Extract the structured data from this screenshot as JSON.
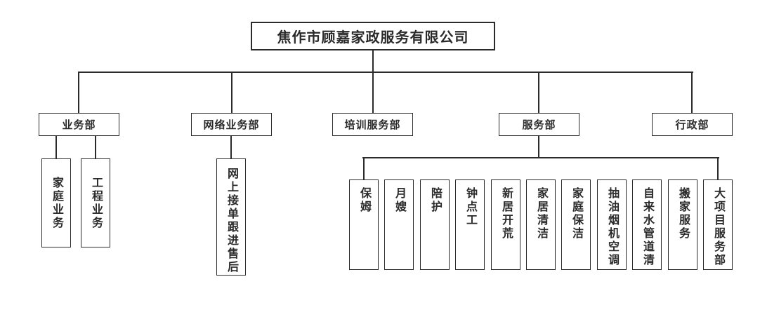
{
  "colors": {
    "line": "#2b2b2b",
    "box_border": "#2b2b2b",
    "text": "#2a2a2a",
    "background": "#ffffff"
  },
  "root": {
    "label": "焦作市顾嘉家政服务有限公司"
  },
  "departments": [
    {
      "label": "业务部",
      "children": [
        "家庭业务",
        "工程业务"
      ]
    },
    {
      "label": "网络业务部",
      "children": [
        "网上接单跟进售后"
      ]
    },
    {
      "label": "培训服务部",
      "children": []
    },
    {
      "label": "服务部",
      "children": [
        "保姆",
        "月嫂",
        "陪护",
        "钟点工",
        "新居开荒",
        "家居清洁",
        "家庭保洁",
        "抽油烟机空调",
        "自来水管道清",
        "搬家服务",
        "大项目服务部"
      ]
    },
    {
      "label": "行政部",
      "children": []
    }
  ]
}
